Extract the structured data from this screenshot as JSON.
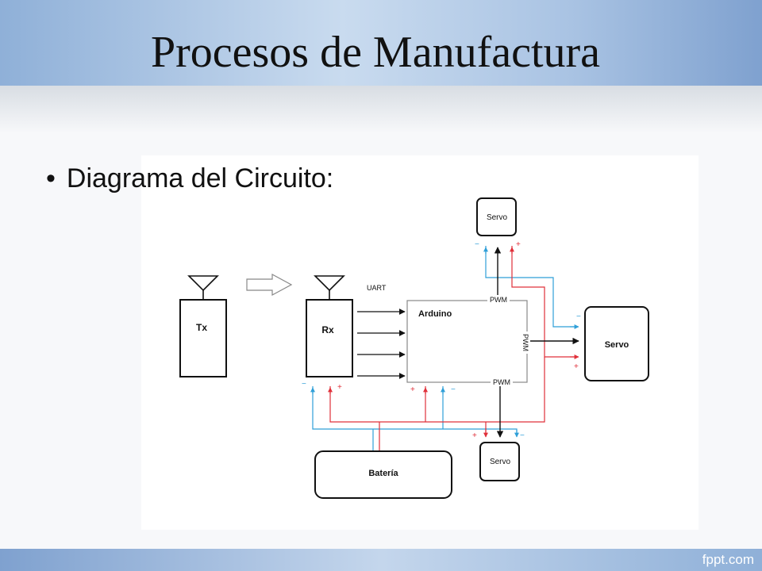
{
  "slide": {
    "title": "Procesos de Manufactura",
    "bullet": "Diagrama del Circuito:",
    "footer_logo": "fppt.com"
  },
  "diagram": {
    "tx_label": "Tx",
    "rx_label": "Rx",
    "uart_label": "UART",
    "arduino_label": "Arduino",
    "pwm_top": "PWM",
    "pwm_right": "PWM",
    "pwm_bottom": "PWM",
    "servo_top": "Servo",
    "servo_right": "Servo",
    "servo_bottom": "Servo",
    "battery_label": "Batería",
    "minus": "−",
    "plus": "+"
  },
  "colors": {
    "wire_blue": "#2f9fd8",
    "wire_red": "#e0303a",
    "wire_black": "#111111"
  }
}
